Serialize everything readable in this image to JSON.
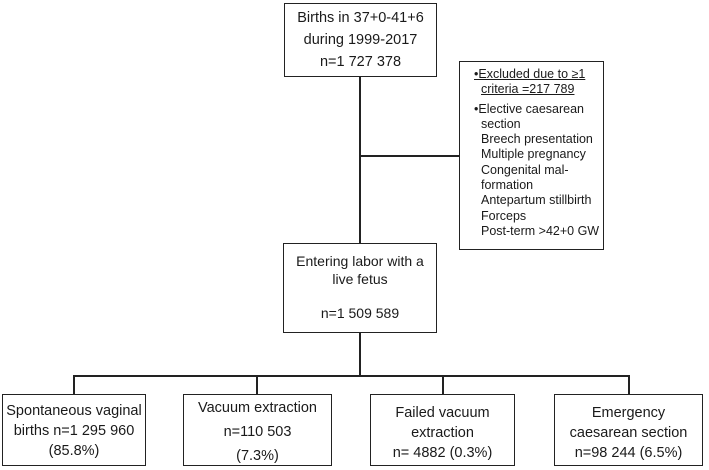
{
  "top_box": {
    "line1": "Births in 37+0-41+6",
    "line2": "during 1999-2017",
    "line3": "n=1 727 378"
  },
  "exclusion_box": {
    "heading_line1": "•Excluded  due to ≥1",
    "heading_line2": "criteria =217 789",
    "items": [
      "•Elective caesarean",
      "section",
      "Breech presentation",
      "Multiple pregnancy",
      "Congenital mal-",
      "formation",
      "Antepartum stillbirth",
      "Forceps",
      "Post-term >42+0 GW"
    ]
  },
  "labor_box": {
    "line1": "Entering labor with a",
    "line2": "live fetus",
    "line3": "n=1 509 589"
  },
  "outcomes": [
    {
      "line1": "Spontaneous vaginal",
      "line2": "births n=1 295 960",
      "line3": "(85.8%)"
    },
    {
      "line1": "Vacuum extraction",
      "line2": "n=110 503",
      "line3": "(7.3%)"
    },
    {
      "line1": "Failed vacuum",
      "line2": "extraction",
      "line3": "n= 4882 (0.3%)"
    },
    {
      "line1": "Emergency",
      "line2": "caesarean section",
      "line3": "n=98 244 (6.5%)"
    }
  ]
}
